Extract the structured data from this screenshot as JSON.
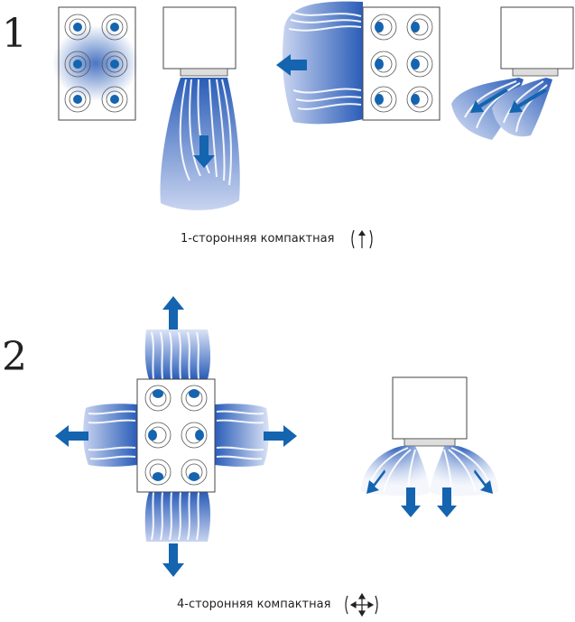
{
  "section1": {
    "number": "1",
    "caption": "1-сторонняя компактная",
    "symbol_icon": "up-arrow-in-parentheses-icon"
  },
  "section2": {
    "number": "2",
    "caption": "4-сторонняя компактная",
    "symbol_icon": "four-way-arrows-in-parentheses-icon"
  },
  "colors": {
    "arrow": "#1464b0",
    "flow_dark": "#2a5db8",
    "flow_light": "#c9d4f0",
    "outline": "#444444"
  }
}
